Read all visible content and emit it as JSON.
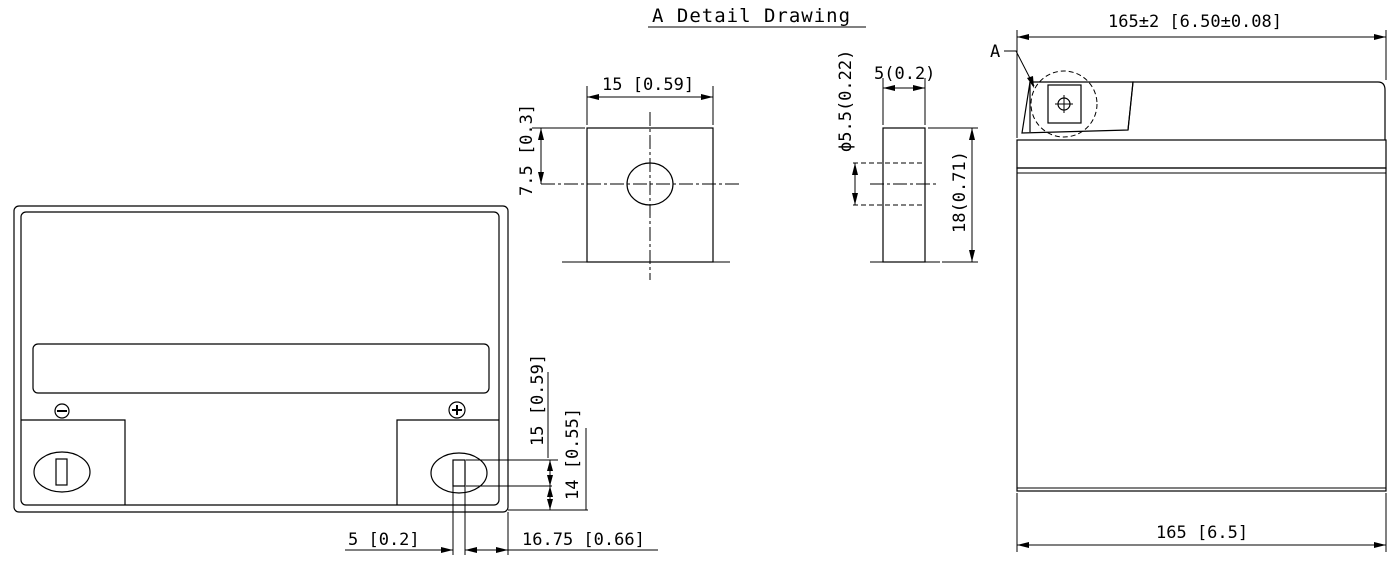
{
  "detail_title": "A Detail Drawing",
  "terminal_front": {
    "width_label": "15 [0.59]",
    "height_label": "7.5 [0.3]"
  },
  "terminal_side": {
    "thickness_label": "5(0.2)",
    "hole_label": "ϕ5.5(0.22)",
    "height_label": "18(0.71)"
  },
  "front_view": {
    "terminal_neg_symbol": "minus-symbol",
    "terminal_pos_symbol": "plus-symbol",
    "dim_terminal_15": "15 [0.59]",
    "dim_terminal_14": "14 [0.55]",
    "dim_slot_5": "5 [0.2]",
    "dim_edge_16_75": "16.75 [0.66]"
  },
  "side_view": {
    "overall_label": "165±2 [6.50±0.08]",
    "body_label": "165 [6.5]",
    "callout": "A"
  }
}
